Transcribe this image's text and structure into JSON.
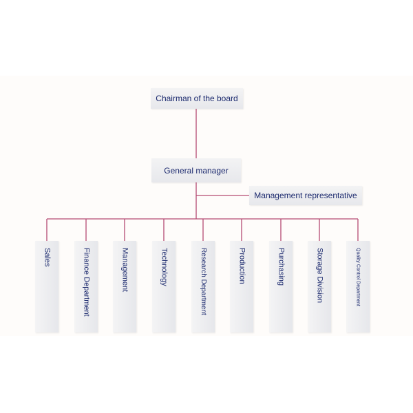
{
  "org_chart": {
    "chairman": "Chairman of the board",
    "general_manager": "General manager",
    "management_representative": "Management representative",
    "departments": [
      "Sales",
      "Finance Department",
      "Management",
      "Technology",
      "Research Department",
      "Production",
      "Purchasing",
      "Storage Division",
      "Quality Control Department"
    ]
  },
  "colors": {
    "connector": "#b54a72",
    "box_text": "#1c2a6e"
  }
}
